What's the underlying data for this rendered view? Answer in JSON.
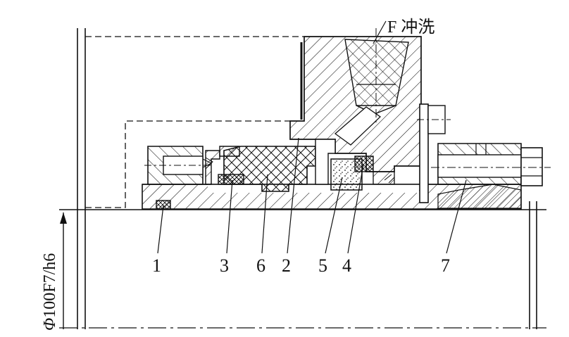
{
  "callout": {
    "text": "F 冲洗"
  },
  "dimension": {
    "symbol": "Φ",
    "text": "100F7/h6"
  },
  "part_labels": [
    "1",
    "3",
    "6",
    "2",
    "5",
    "4",
    "7"
  ],
  "colors": {
    "line": "#111111",
    "background": "#ffffff"
  }
}
